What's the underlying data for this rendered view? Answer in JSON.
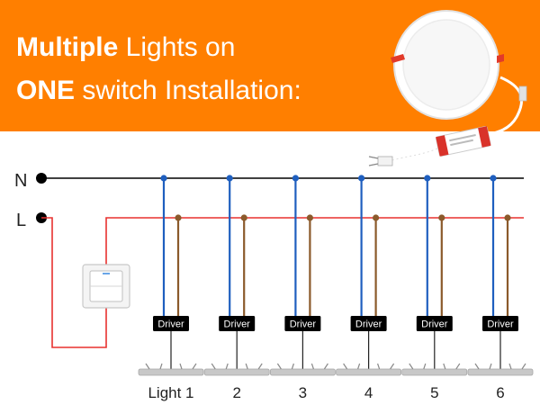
{
  "header": {
    "line1_bold": "Multiple",
    "line1_rest": " Lights on",
    "line2_bold": "ONE",
    "line2_rest": " switch Installation:",
    "background_color": "#ff7f00"
  },
  "terminals": {
    "neutral": "N",
    "live": "L"
  },
  "colors": {
    "neutral_wire": "#000000",
    "live_wire": "#e8312f",
    "blue_wire": "#1f5fbf",
    "brown_wire": "#8b5a2b",
    "driver_box": "#000000",
    "fixture": "#c8c8c8"
  },
  "driver_label": "Driver",
  "lights": [
    {
      "label": "Light 1"
    },
    {
      "label": "2"
    },
    {
      "label": "3"
    },
    {
      "label": "4"
    },
    {
      "label": "5"
    },
    {
      "label": "6"
    }
  ],
  "icons": {
    "product": "downlight-with-driver-icon",
    "switch": "wall-switch-icon"
  }
}
